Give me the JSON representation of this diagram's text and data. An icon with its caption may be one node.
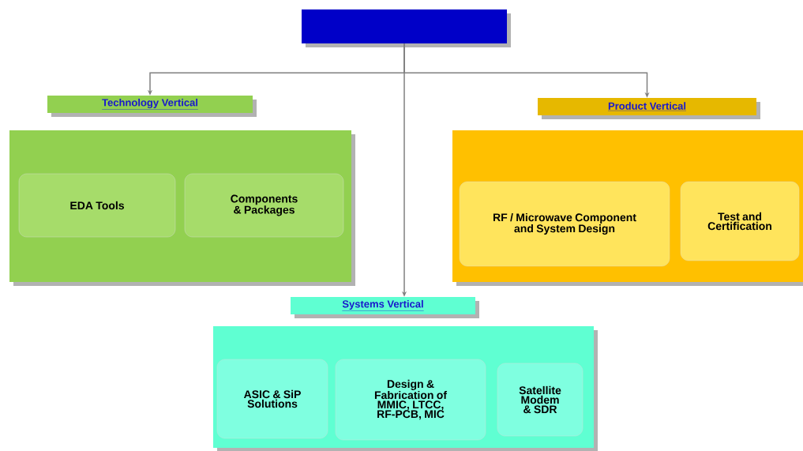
{
  "diagram": {
    "nodes": [
      {
        "text": [],
        "shape": "box"
      },
      {
        "text": [
          "Technology Vertical"
        ]
      },
      {
        "text": [],
        "shape": "box"
      },
      {
        "text": [
          "EDA Tools"
        ],
        "in": 2
      },
      {
        "text": [
          "Components & Packages"
        ],
        "in": 2
      },
      {
        "text": [
          "Product Vertical"
        ]
      },
      {
        "text": [],
        "shape": "box"
      },
      {
        "text": [
          "RF / Microwave Component and System Design"
        ],
        "in": 6
      },
      {
        "text": [
          "Test and Certification"
        ],
        "in": 6
      },
      {
        "text": [
          "Systems Vertical"
        ]
      },
      {
        "text": [],
        "shape": "box"
      },
      {
        "text": [
          "ASIC & SiP Solutions"
        ],
        "in": 10
      },
      {
        "text": [
          "Design & Fabrication of MMIC, LTCC, RF-PCB, MIC"
        ],
        "in": 10
      },
      {
        "text": [
          "Satellite Modem & SDR"
        ],
        "in": 10
      }
    ],
    "edges": [
      {
        "from": 0,
        "to": 1,
        "arrow": "to"
      },
      {
        "from": 0,
        "to": 9,
        "arrow": "to"
      },
      {
        "from": 0,
        "to": 5,
        "arrow": "to"
      }
    ]
  }
}
